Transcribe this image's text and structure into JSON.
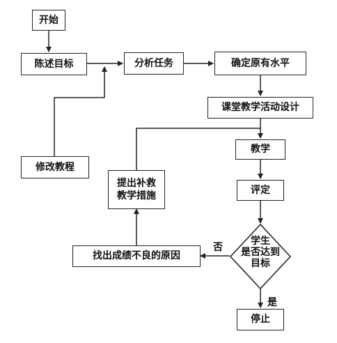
{
  "nodes": {
    "start": "开始",
    "state_goals": "陈述目标",
    "analyze_task": "分析任务",
    "determine_level": "确定原有水平",
    "design_activity": "课堂教学活动设计",
    "teach": "教学",
    "evaluate": "评定",
    "decision": [
      "学生",
      "是否达到",
      "目标"
    ],
    "stop": "停止",
    "find_cause": "找出成绩不良的原因",
    "remedial": [
      "提出补救",
      "教学措施"
    ],
    "revise": "修改教程"
  },
  "edges": {
    "no_label": "否",
    "yes_label": "是"
  }
}
